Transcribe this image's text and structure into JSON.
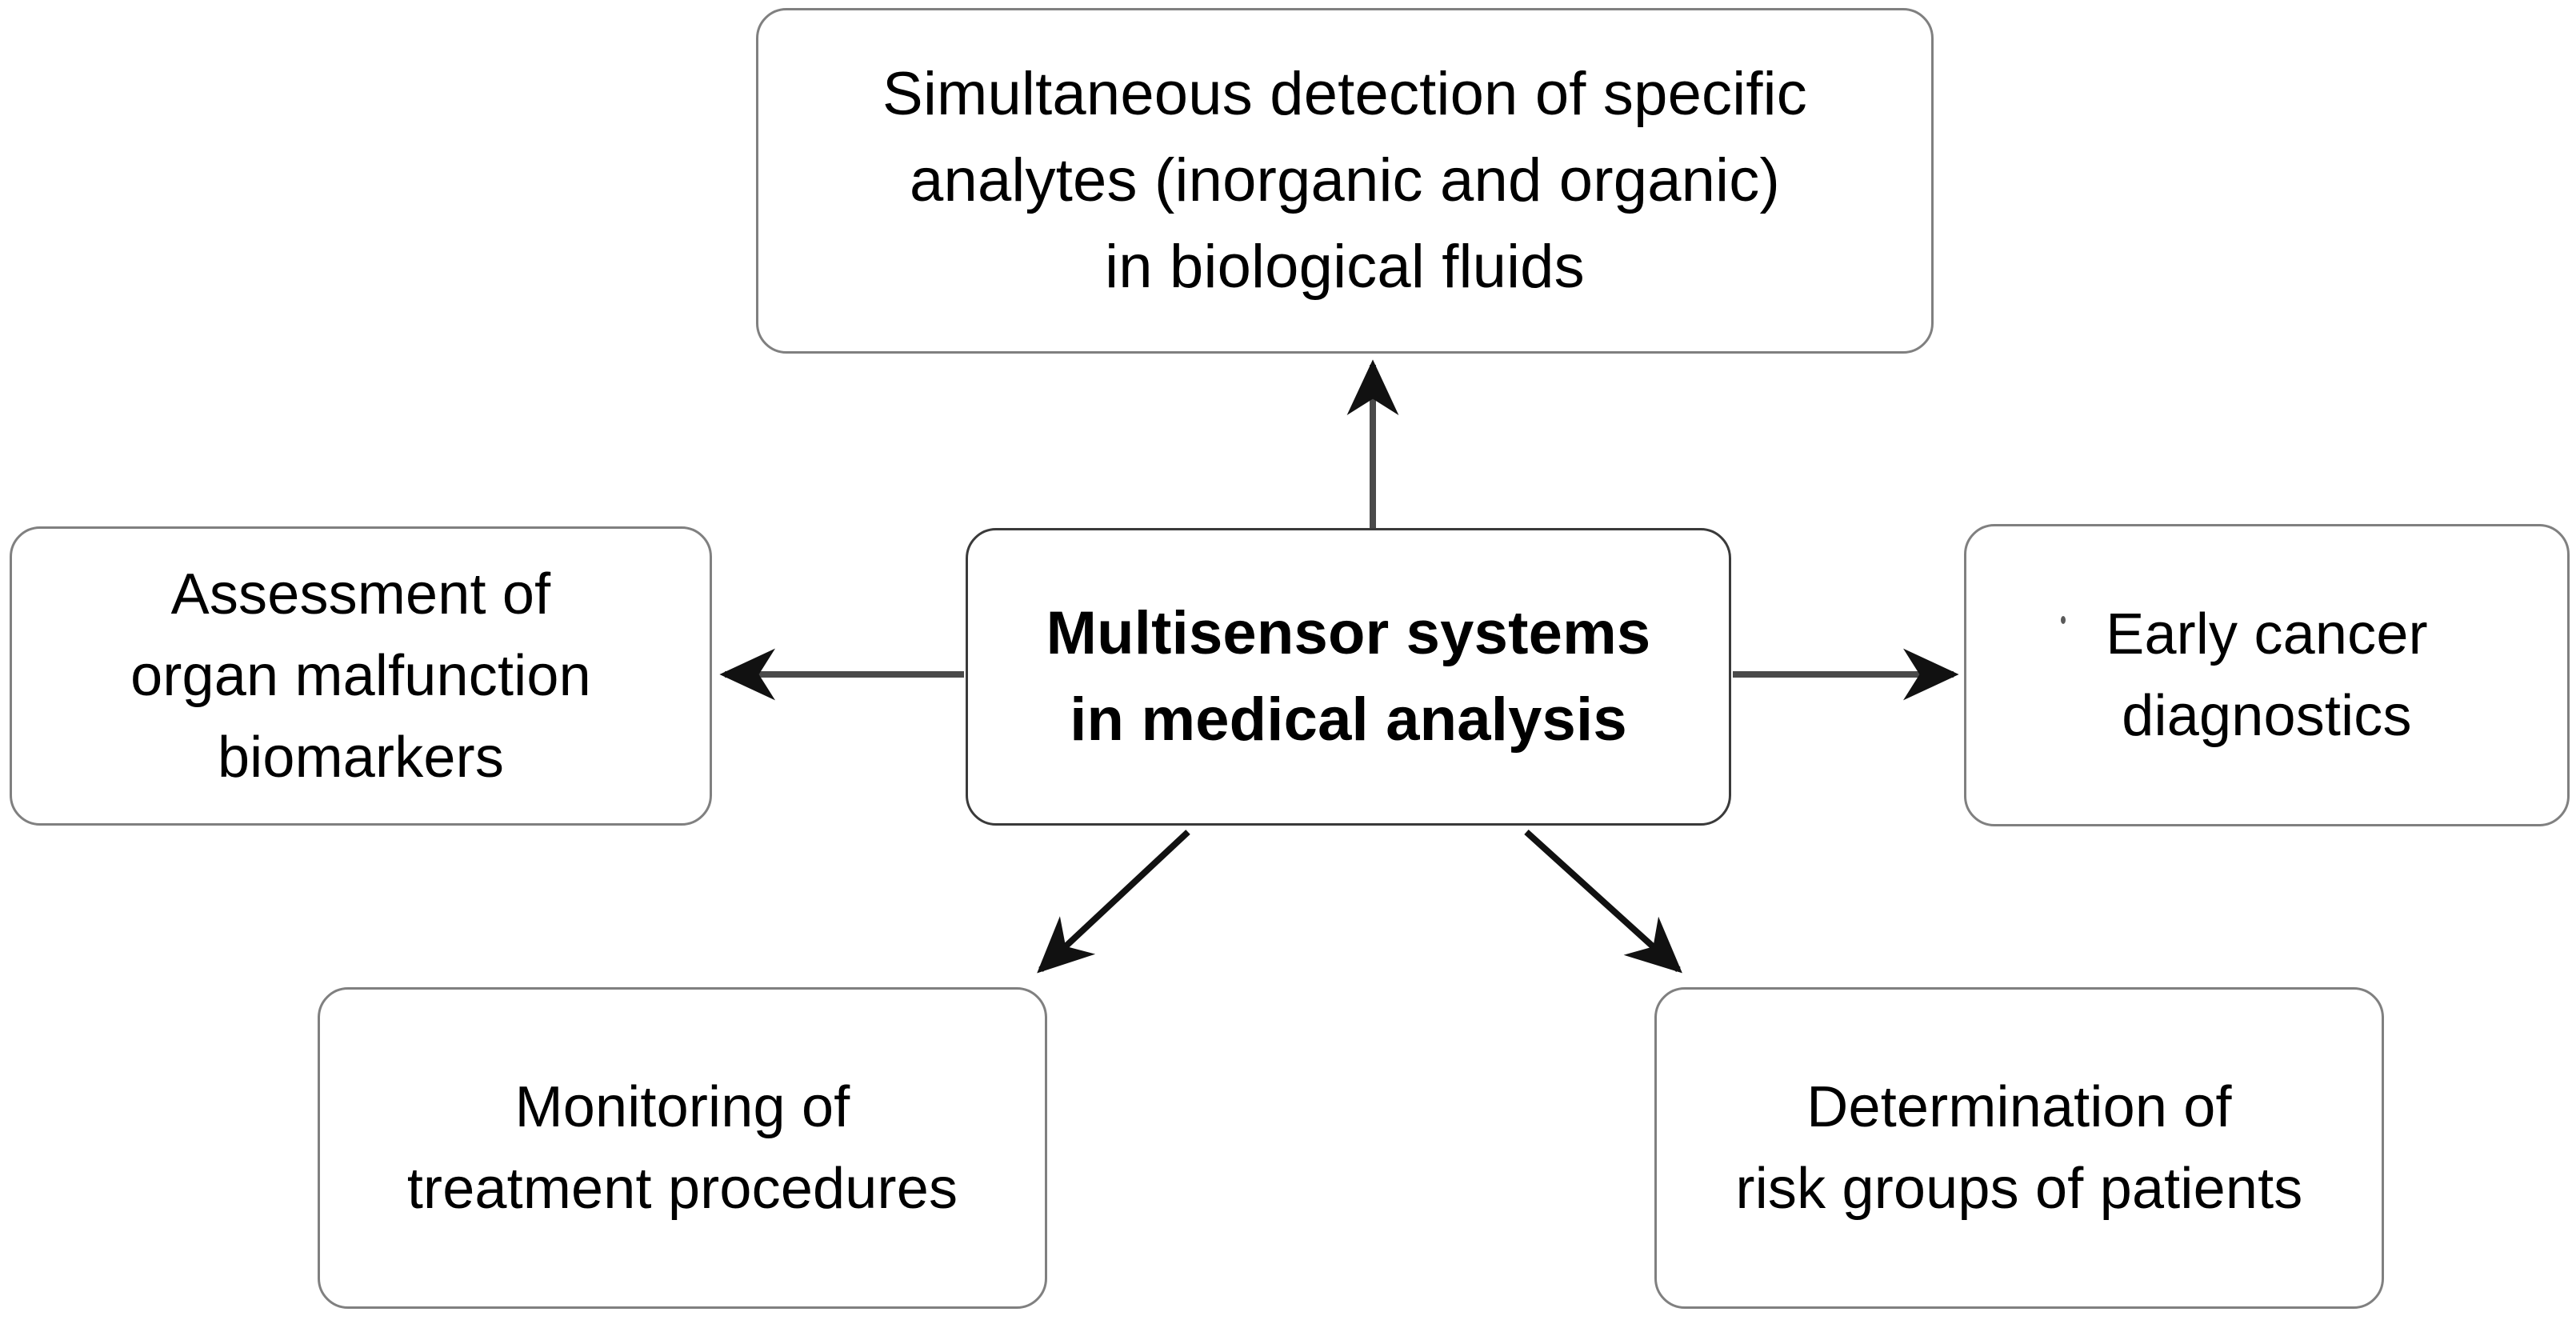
{
  "diagram": {
    "title_node": "center-hub",
    "center": {
      "label": "Multisensor systems\nin medical analysis",
      "emphasis": "bold"
    },
    "nodes": [
      {
        "id": "top",
        "label": "Simultaneous detection of specific\nanalytes (inorganic and organic)\nin biological fluids",
        "position": "top"
      },
      {
        "id": "left",
        "label": "Assessment of\norgan malfunction\nbiomarkers",
        "position": "left"
      },
      {
        "id": "right",
        "label": "Early cancer\ndiagnostics",
        "position": "right"
      },
      {
        "id": "bottom-left",
        "label": "Monitoring of\ntreatment procedures",
        "position": "bottom-left"
      },
      {
        "id": "bottom-right",
        "label": "Determination of\nrisk groups of patients",
        "position": "bottom-right"
      }
    ],
    "edges": [
      {
        "from": "center",
        "to": "top",
        "direction": "up"
      },
      {
        "from": "center",
        "to": "left",
        "direction": "left"
      },
      {
        "from": "center",
        "to": "right",
        "direction": "right"
      },
      {
        "from": "center",
        "to": "bottom-left",
        "direction": "down-left"
      },
      {
        "from": "center",
        "to": "bottom-right",
        "direction": "down-right"
      }
    ],
    "colors": {
      "background": "#ffffff",
      "node_fill": "#ffffff",
      "node_border": "#808080",
      "center_border": "#3a3a3a",
      "edge": "#4a4a4a",
      "arrowhead": "#111111",
      "text": "#000000"
    }
  }
}
